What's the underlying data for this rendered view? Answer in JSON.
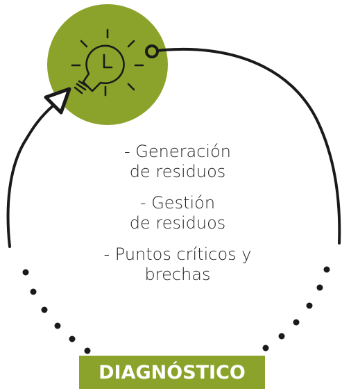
{
  "items": [
    {
      "line1": "- Generación",
      "line2": "de residuos"
    },
    {
      "line1": "- Gestión",
      "line2": "de residuos"
    },
    {
      "line1": "- Puntos críticos y",
      "line2": "brechas"
    }
  ],
  "banner": {
    "label": "DIAGNÓSTICO"
  },
  "icon": {
    "name": "lightbulb-clock-icon"
  },
  "colors": {
    "accent": "#8ba32a",
    "line": "#1a1a1a",
    "text": "#222222",
    "banner_text": "#ffffff"
  }
}
